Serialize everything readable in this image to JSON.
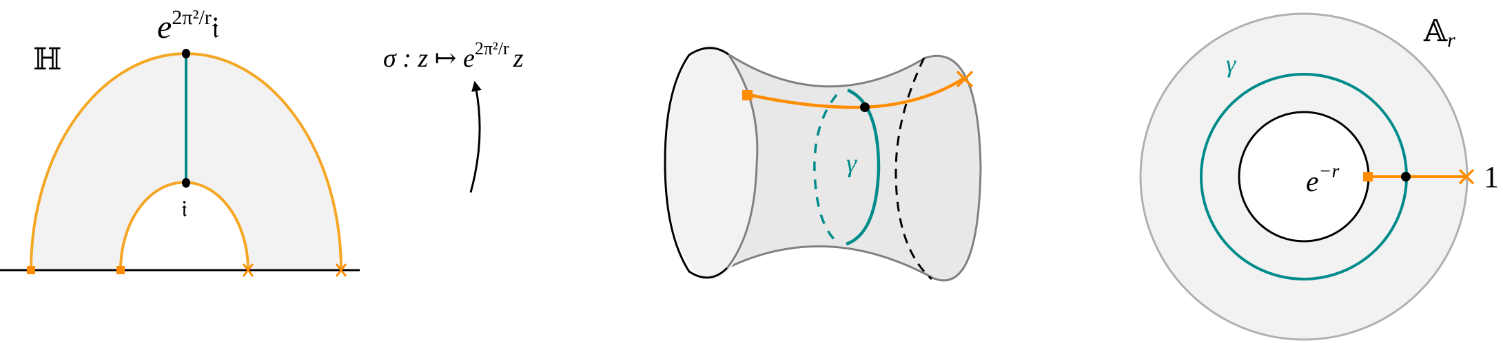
{
  "colors": {
    "orange": "#ff8c00",
    "orange_arc": "#f5a623",
    "teal": "#008b8b",
    "fill": "#f2f2f2",
    "fill_dark": "#e8e8e8",
    "gray_stroke": "#808080",
    "light_gray_stroke": "#b0b0b0",
    "black": "#000000"
  },
  "panel_half_plane": {
    "space_label": "ℍ",
    "top_point_label_base": "e",
    "top_point_label_exp": "2π²/r",
    "top_point_label_suffix": "𝔦",
    "bottom_point_label": "𝔦",
    "map_label_prefix": "σ : z ↦ e",
    "map_label_exp": "2π²/r",
    "map_label_suffix": "z"
  },
  "panel_cylinder": {
    "curve_label": "γ"
  },
  "panel_annulus": {
    "space_label_base": "𝔸",
    "space_label_sub": "r",
    "curve_label": "γ",
    "inner_radius_label_base": "e",
    "inner_radius_label_exp": "−r",
    "outer_radius_label": "1"
  }
}
